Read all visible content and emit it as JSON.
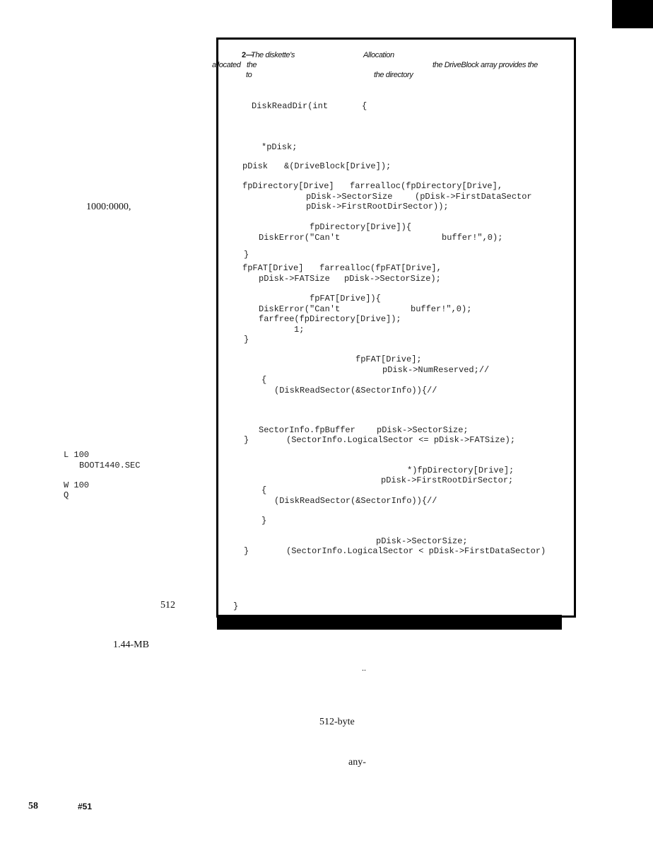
{
  "caption": {
    "number": "2—",
    "l1a": "The diskette's",
    "l1b": "Allocation",
    "l2a": "allocated",
    "l2b": "the",
    "l2c": "the DriveBlock array provides the",
    "l3a": "to",
    "l3b": "the directory"
  },
  "code": [
    "DiskReadDir(int",
    "{",
    "*pDisk;",
    "pDisk",
    "&(DriveBlock[Drive]);",
    "fpDirectory[Drive]",
    "farrealloc(fpDirectory[Drive],",
    "pDisk->SectorSize",
    "(pDisk->FirstDataSector",
    "pDisk->FirstRootDirSector));",
    "fpDirectory[Drive]){",
    "DiskError(\"Can't",
    "buffer!\",0);",
    "}",
    "fpFAT[Drive]",
    "farrealloc(fpFAT[Drive],",
    "pDisk->FATSize",
    "pDisk->SectorSize);",
    "fpFAT[Drive]){",
    "DiskError(\"Can't",
    "buffer!\",0);",
    "farfree(fpDirectory[Drive]);",
    "1;",
    "}",
    "fpFAT[Drive];",
    "pDisk->NumReserved;//",
    "{",
    "(DiskReadSector(&SectorInfo)){//",
    "SectorInfo.fpBuffer",
    "pDisk->SectorSize;",
    "}",
    "(SectorInfo.LogicalSector <= pDisk->FATSize);",
    "*)fpDirectory[Drive];",
    "pDisk->FirstRootDirSector;",
    "{",
    "(DiskReadSector(&SectorInfo)){//",
    "}",
    "pDisk->SectorSize;",
    "}",
    "(SectorInfo.LogicalSector < pDisk->FirstDataSector)",
    "}"
  ],
  "left_column": {
    "address": "1000:0000,",
    "debug": [
      "L 100",
      "BOOT1440.SEC",
      "W 100",
      "Q"
    ],
    "n512": "512",
    "mb": "1.44-MB"
  },
  "body_text": {
    "dots": "..",
    "byte": "512-byte",
    "any": "any-"
  },
  "footer": {
    "page_number": "58",
    "issue": "#51"
  }
}
